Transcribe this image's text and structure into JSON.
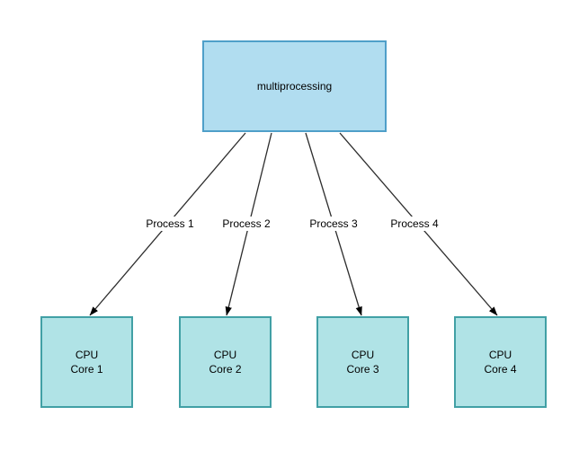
{
  "diagram": {
    "root": {
      "label": "multiprocessing"
    },
    "edges": [
      {
        "label": "Process 1"
      },
      {
        "label": "Process 2"
      },
      {
        "label": "Process 3"
      },
      {
        "label": "Process 4"
      }
    ],
    "cores": [
      {
        "line1": "CPU",
        "line2": "Core 1"
      },
      {
        "line1": "CPU",
        "line2": "Core 2"
      },
      {
        "line1": "CPU",
        "line2": "Core 3"
      },
      {
        "line1": "CPU",
        "line2": "Core 4"
      }
    ]
  },
  "colors": {
    "root-fill": "#b1ddf0",
    "root-stroke": "#4f9fc9",
    "core-fill": "#b0e3e6",
    "core-stroke": "#41a0a5",
    "edge-color": "#2d2d2d",
    "text-color": "#000000",
    "canvas-bg": "#ffffff"
  }
}
